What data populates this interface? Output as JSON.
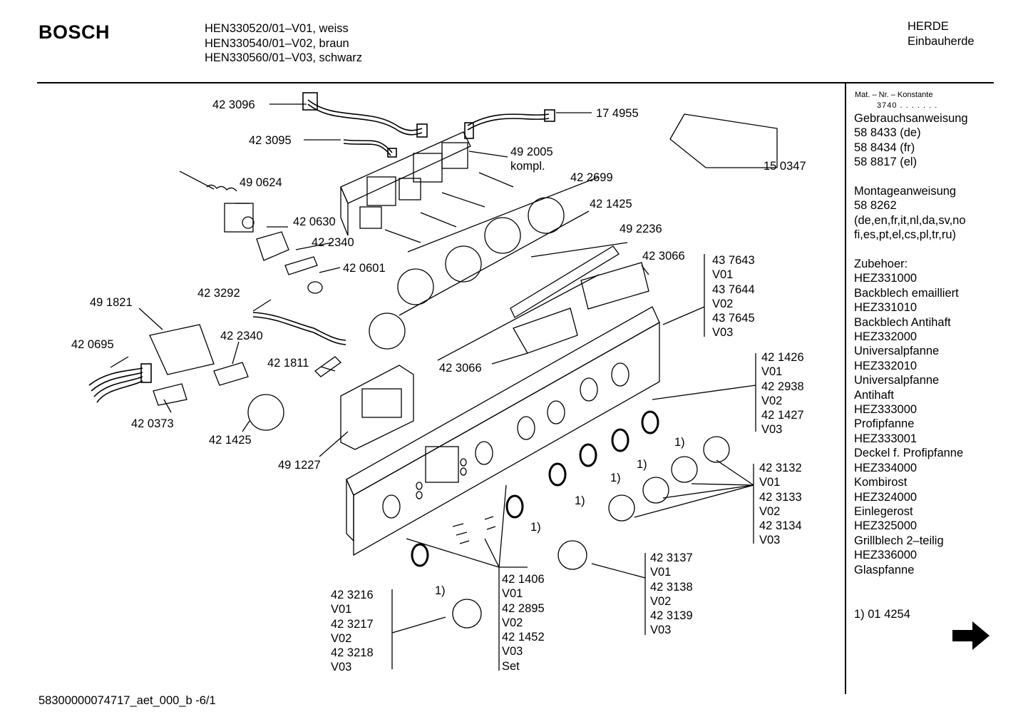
{
  "brand": "BOSCH",
  "models": [
    "HEN330520/01–V01, weiss",
    "HEN330540/01–V02, braun",
    "HEN330560/01–V03, schwarz"
  ],
  "category": [
    "HERDE",
    "Einbauherde"
  ],
  "sidebar": {
    "mat_label": "Mat. – Nr. – Konstante",
    "mat_number": "3740 . . . . . . .",
    "lines_a": [
      "Gebrauchsanweisung",
      "58 8433 (de)",
      "58 8434 (fr)",
      "58 8817 (el)"
    ],
    "lines_b": [
      "Montageanweisung",
      "58 8262",
      "(de,en,fr,it,nl,da,sv,no",
      "fi,es,pt,el,cs,pl,tr,ru)"
    ],
    "lines_c": [
      "Zubehoer:",
      "HEZ331000",
      "Backblech emailliert",
      "HEZ331010",
      "Backblech Antihaft",
      "HEZ332000",
      "Universalpfanne",
      "HEZ332010",
      "Universalpfanne",
      "Antihaft",
      "HEZ333000",
      "Profipfanne",
      "HEZ333001",
      "Deckel f. Profipfanne",
      "HEZ334000",
      "Kombirost",
      "HEZ324000",
      "Einlegerost",
      "HEZ325000",
      "Grillblech 2–teilig",
      "HEZ336000",
      "Glaspfanne"
    ],
    "footnote": "1) 01 4254"
  },
  "parts": {
    "p423096": "42 3096",
    "p174955": "17 4955",
    "p423095": "42 3095",
    "p492005": "49 2005",
    "kompl": "kompl.",
    "p150347": "15 0347",
    "p490624": "49 0624",
    "p422699": "42 2699",
    "p421425a": "42 1425",
    "p420630": "42 0630",
    "p422340a": "42 2340",
    "p492236": "49 2236",
    "p420601": "42 0601",
    "p423066a": "42 3066",
    "p423292": "42 3292",
    "p491821": "49 1821",
    "p422340b": "42 2340",
    "p420695": "42 0695",
    "p421811": "42 1811",
    "p423066b": "42 3066",
    "p420373": "42 0373",
    "p421425b": "42 1425",
    "p491227": "49 1227",
    "fn1": "1)"
  },
  "groups": {
    "panel": [
      "43 7643",
      "V01",
      "43 7644",
      "V02",
      "43 7645",
      "V03"
    ],
    "rings": [
      "42 1426",
      "V01",
      "42 2938",
      "V02",
      "42 1427",
      "V03"
    ],
    "knobs_right": [
      "42 3132",
      "V01",
      "42 3133",
      "V02",
      "42 3134",
      "V03"
    ],
    "knob_mid": [
      "42 3137",
      "V01",
      "42 3138",
      "V02",
      "42 3139",
      "V03"
    ],
    "knob_left": [
      "42 3216",
      "V01",
      "42 3217",
      "V02",
      "42 3218",
      "V03"
    ],
    "screws": [
      "42 1406",
      "V01",
      "42 2895",
      "V02",
      "42 1452",
      "V03",
      "Set"
    ]
  },
  "footer": "58300000074717_aet_000_b  -6/1",
  "icons": {
    "next": "right-arrow-icon"
  }
}
